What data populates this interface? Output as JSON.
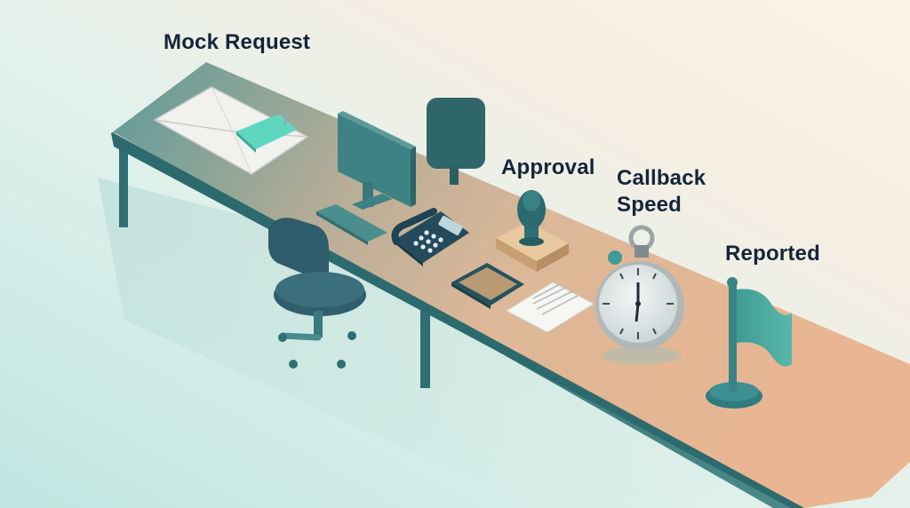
{
  "stages": {
    "mock_request": {
      "label": "Mock Request",
      "icon": "envelope-icon"
    },
    "approval": {
      "label": "Approval",
      "icon": "rubber-stamp-icon"
    },
    "callback_speed": {
      "label_lines": [
        "Callback",
        "Speed"
      ],
      "icon": "stopwatch-icon"
    },
    "reported": {
      "label": "Reported",
      "icon": "flag-icon"
    }
  },
  "palette": {
    "teal_dark": "#2f6f72",
    "teal": "#3f8a8b",
    "teal_light": "#5fd6c0",
    "navy": "#14253a",
    "desk_warm": "#e0b494",
    "background_left": "#cfece7",
    "background_right": "#fbf1e3"
  }
}
